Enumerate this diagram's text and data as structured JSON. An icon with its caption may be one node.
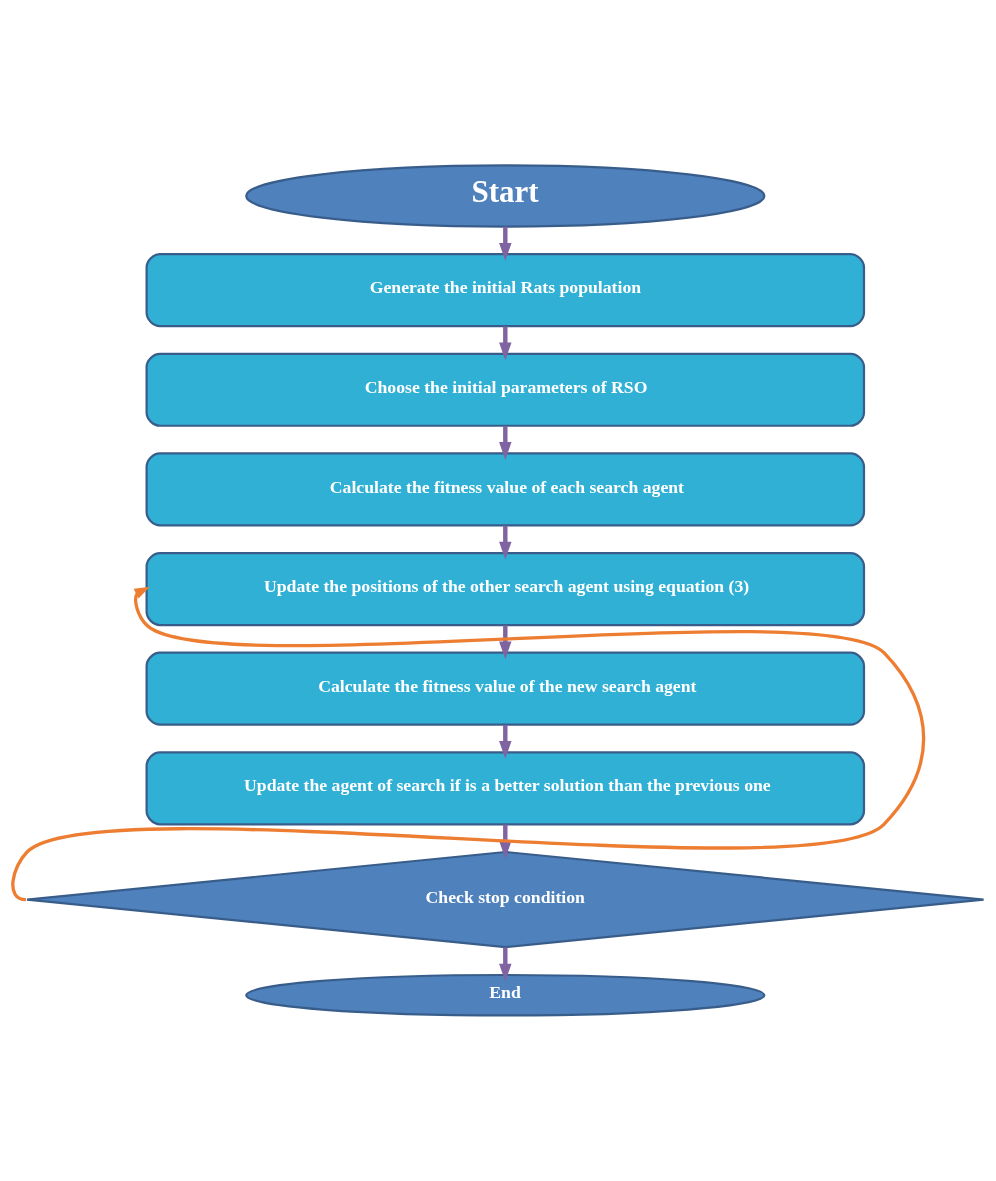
{
  "diagram": {
    "nodes": [
      {
        "text": [
          "Start"
        ]
      },
      {
        "text": [
          "Generate the initial Rats population"
        ]
      },
      {
        "text": [
          "Choose the initial parameters of RSO"
        ]
      },
      {
        "text": [
          "Calculate the fitness value of each search agent"
        ]
      },
      {
        "text": [
          "Update the positions of the other search agent using equation (3)"
        ]
      },
      {
        "text": [
          "Calculate the fitness value of the new search agent"
        ]
      },
      {
        "text": [
          "Update the agent of search if is a better solution than the previous one"
        ]
      },
      {
        "text": [
          "Check stop condition"
        ]
      },
      {
        "text": [
          "End"
        ]
      }
    ],
    "edges": [
      {
        "from": 0,
        "to": 1,
        "arrow": "to"
      },
      {
        "from": 1,
        "to": 2,
        "arrow": "to"
      },
      {
        "from": 2,
        "to": 3,
        "arrow": "to"
      },
      {
        "from": 3,
        "to": 4,
        "arrow": "to"
      },
      {
        "from": 4,
        "to": 5,
        "arrow": "to"
      },
      {
        "from": 5,
        "to": 6,
        "arrow": "to"
      },
      {
        "from": 6,
        "to": 7,
        "arrow": "to"
      },
      {
        "from": 7,
        "to": 8,
        "arrow": "to"
      },
      {
        "from": 7,
        "to": 4,
        "arrow": "to",
        "color": "#ed7d31"
      }
    ]
  }
}
